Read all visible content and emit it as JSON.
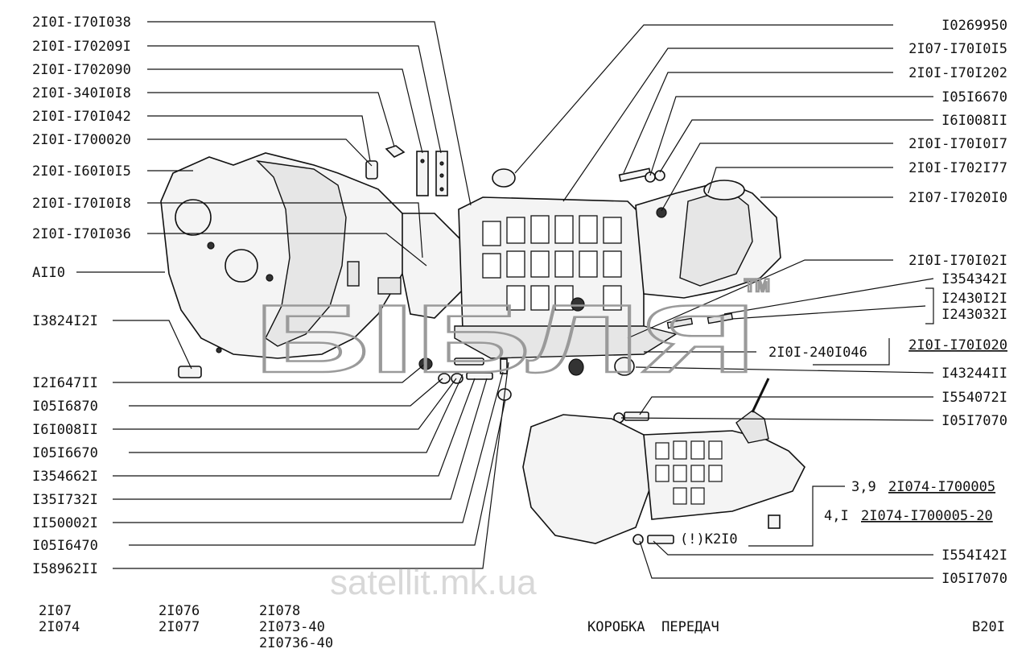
{
  "labels_left": [
    "2I0I-I70I038",
    "2I0I-I70209I",
    "2I0I-I702090",
    "2I0I-340I0I8",
    "2I0I-I70I042",
    "2I0I-I700020",
    "2I0I-I60I0I5",
    "2I0I-I70I0I8",
    "2I0I-I70I036",
    "AII0",
    "I3824I2I",
    "I2I647II",
    "I05I6870",
    "I6I008II",
    "I05I6670",
    "I354662I",
    "I35I732I",
    "II50002I",
    "I05I6470",
    "I58962II"
  ],
  "labels_right": [
    "I0269950",
    "2I07-I70I0I5",
    "2I0I-I70I202",
    "I05I6670",
    "I6I008II",
    "2I0I-I70I0I7",
    "2I0I-I702I77",
    "2I07-I7020I0",
    "2I0I-I70I02I",
    "I354342I",
    "I2430I2I",
    "I243032I",
    "2I0I-I70I020",
    "I43244II",
    "I554072I",
    "I05I7070",
    "I554I42I",
    "I05I7070"
  ],
  "label_center": "2I0I-240I046",
  "variant_labels": [
    {
      "ratio": "3,9",
      "code": "2I074-I700005"
    },
    {
      "ratio": "4,I",
      "code": "2I074-I700005-20"
    }
  ],
  "detail_note": "(!)К2I0",
  "footer": {
    "models_col1": [
      "2I07",
      "2I074"
    ],
    "models_col2": [
      "2I076",
      "2I077"
    ],
    "models_col3": [
      "2I078",
      "2I073-40",
      "2I0736-40"
    ],
    "title": "КОРОБКА  ПЕРЕДАЧ",
    "page_code": "В20I"
  },
  "watermarks": {
    "brand": "БІБЛЯ",
    "tm": "TM",
    "site": "satellit.mk.ua"
  }
}
